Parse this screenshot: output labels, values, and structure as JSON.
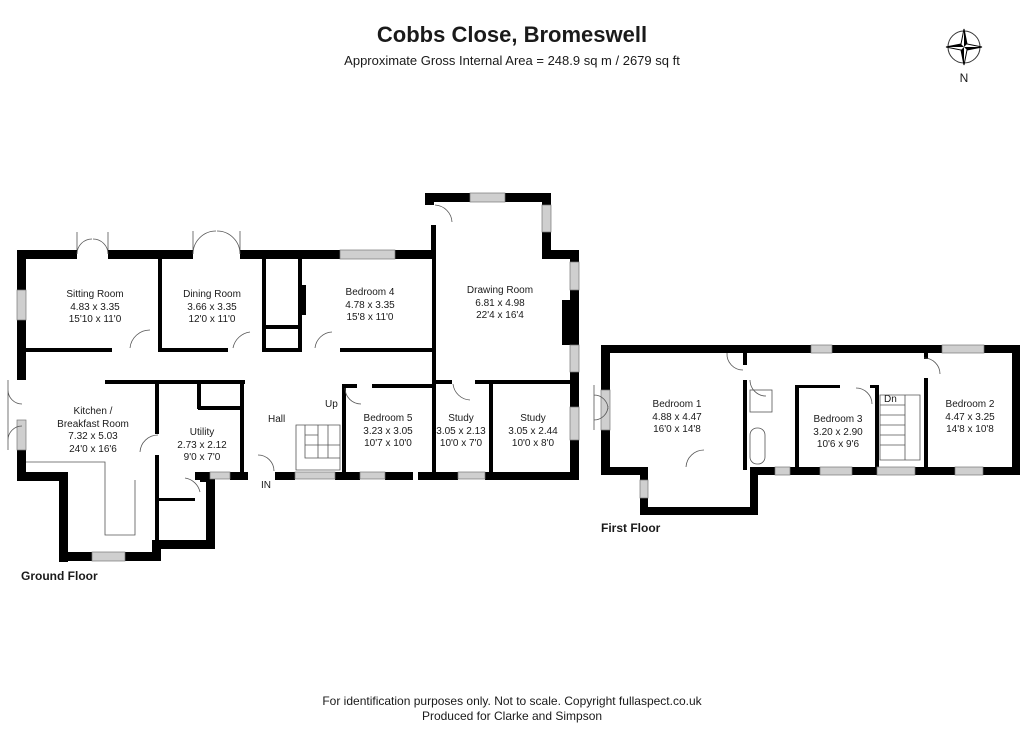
{
  "header": {
    "title": "Cobbs Close, Bromeswell",
    "subtitle": "Approximate Gross Internal Area = 248.9 sq m / 2679 sq ft"
  },
  "compass": {
    "icon": "compass-rose-icon",
    "label": "N"
  },
  "ground_floor": {
    "label": "Ground Floor",
    "rooms": [
      {
        "name": "Sitting Room",
        "metric": "4.83 x 3.35",
        "imperial": "15'10 x 11'0"
      },
      {
        "name": "Dining Room",
        "metric": "3.66 x 3.35",
        "imperial": "12'0 x 11'0"
      },
      {
        "name": "Bedroom 4",
        "metric": "4.78 x 3.35",
        "imperial": "15'8 x 11'0"
      },
      {
        "name": "Drawing Room",
        "metric": "6.81 x 4.98",
        "imperial": "22'4 x 16'4"
      },
      {
        "name": "Kitchen /",
        "name2": "Breakfast Room",
        "metric": "7.32 x 5.03",
        "imperial": "24'0 x 16'6"
      },
      {
        "name": "Utility",
        "metric": "2.73 x 2.12",
        "imperial": "9'0 x 7'0"
      },
      {
        "name": "Bedroom 5",
        "metric": "3.23 x 3.05",
        "imperial": "10'7 x 10'0"
      },
      {
        "name": "Study",
        "metric": "3.05 x 2.13",
        "imperial": "10'0 x 7'0"
      },
      {
        "name": "Study",
        "metric": "3.05 x 2.44",
        "imperial": "10'0 x 8'0"
      }
    ],
    "hall_label": "Hall",
    "stairs_label": "Up",
    "entrance_label": "IN"
  },
  "first_floor": {
    "label": "First Floor",
    "rooms": [
      {
        "name": "Bedroom 1",
        "metric": "4.88 x 4.47",
        "imperial": "16'0 x 14'8"
      },
      {
        "name": "Bedroom 3",
        "metric": "3.20 x 2.90",
        "imperial": "10'6 x 9'6"
      },
      {
        "name": "Bedroom 2",
        "metric": "4.47 x 3.25",
        "imperial": "14'8 x 10'8"
      }
    ],
    "stairs_label": "Dn"
  },
  "footer": {
    "line1": "For identification purposes only. Not to scale. Copyright fullaspect.co.uk",
    "line2": "Produced for Clarke and Simpson"
  },
  "colors": {
    "wall": "#000000",
    "window": "#c8c8c8",
    "thin_line": "#555555",
    "background": "#ffffff"
  }
}
